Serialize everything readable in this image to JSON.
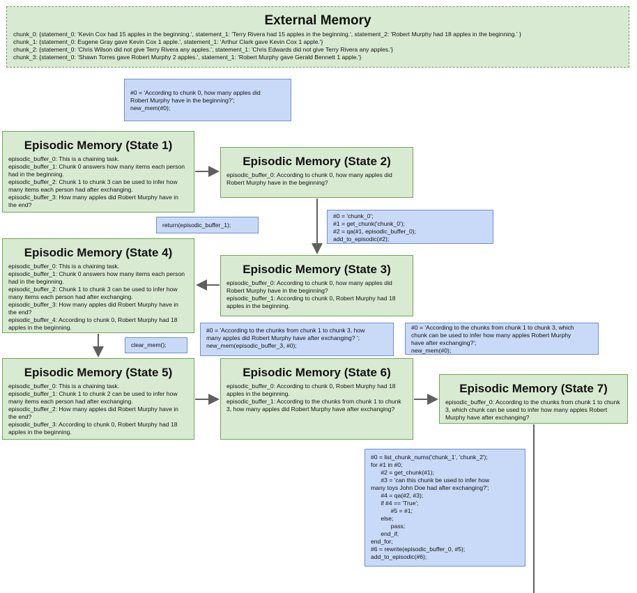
{
  "external_memory": {
    "title": "External Memory",
    "lines": [
      "chunk_0: {statement_0: 'Kevin Cox had 15 apples in the beginning.', statement_1: 'Terry Rivera had 15 apples in the beginning.', statement_2: 'Robert Murphy had 18 apples in the beginning.' }",
      "chunk_1: {statement_0: Eugene Gray gave Kevin Cox 1 apple.', statement_1: 'Arthur Clark gave Kevin Cox 1 apple.'}",
      "chunk_2: {statement_0: 'Chris Wilson did not give Terry Rivera any apples.', statement_1: 'Chris Edwards did not give Terry Rivera any apples.'}",
      "chunk_3: {statement_0: 'Shawn Torres gave Robert Murphy 2 apples.', statement_1: 'Robert Murphy gave Gerald Bennett 1 apple.'}"
    ]
  },
  "states": [
    {
      "title": "Episodic Memory (State 1)",
      "lines": [
        "episodic_buffer_0: This is a chaining task.",
        "episodic_buffer_1: Chunk 0 answers how many items each person had in the beginning.",
        "episodic_buffer_2: Chunk 1 to chunk 3 can be used to infer how many items each person had after exchanging.",
        "episodic_buffer_3: How many apples did Robert Murphy have in the end?"
      ]
    },
    {
      "title": "Episodic Memory (State 2)",
      "lines": [
        "episodic_buffer_0: According to chunk 0, how many apples did Robert Murphy have in the beginning?"
      ]
    },
    {
      "title": "Episodic Memory (State 3)",
      "lines": [
        "episodic_buffer_0: According to chunk 0, how many apples did Robert Murphy have in the beginning?",
        "episodic_buffer_1: According to chunk 0, Robert Murphy had 18 apples in the beginning."
      ]
    },
    {
      "title": "Episodic Memory (State 4)",
      "lines": [
        "episodic_buffer_0: This is a chaining task.",
        "episodic_buffer_1: Chunk 0 answers how many items each person had in the beginning.",
        "episodic_buffer_2: Chunk 1 to chunk 3 can be used to infer how many items each person had after exchanging.",
        "episodic_buffer_3: How many apples did Robert Murphy have in the end?",
        "episodic_buffer_4: According to chunk 0, Robert Murphy had 18 apples in the beginning."
      ]
    },
    {
      "title": "Episodic Memory (State 5)",
      "lines": [
        "episodic_buffer_0: This is a chaining task.",
        "episodic_buffer_1: Chunk 1 to chunk 2 can be used to infer how many items each person had after exchanging.",
        "episodic_buffer_2: How many apples did Robert Murphy have in the end?",
        "episodic_buffer_3: According to chunk 0, Robert Murphy had 18 apples in the beginning."
      ]
    },
    {
      "title": "Episodic Memory (State 6)",
      "lines": [
        "episodic_buffer_0: According to chunk 0, Robert Murphy had 18 apples in the beginning.",
        "episodic_buffer_1: According to the chunks from chunk 1 to chunk 3, how many apples did Robert Murphy have after exchanging?"
      ]
    },
    {
      "title": "Episodic Memory (State 7)",
      "lines": [
        "episodic_buffer_0: According to the chunks from chunk 1 to chunk 3, which chunk can be used to infer how many apples Robert Murphy have after exchanging?"
      ]
    }
  ],
  "code_blocks": [
    {
      "id": "new-mem-initial",
      "lines": [
        "#0 = 'According to chunk 0, how many apples did",
        "Robert Murphy have in the beginning?';",
        "new_mem(#0);"
      ]
    },
    {
      "id": "get-chunk-qa",
      "lines": [
        "#0 = 'chunk_0';",
        "#1 = get_chunk('chunk_0');",
        "#2 = qa(#1, episodic_buffer_0);",
        "add_to_episodic(#2);"
      ]
    },
    {
      "id": "return-buffer",
      "lines": [
        "return(episodic_buffer_1);"
      ]
    },
    {
      "id": "clear-mem",
      "lines": [
        "clear_mem();"
      ]
    },
    {
      "id": "new-mem-exchange",
      "lines": [
        "#0 = 'According to the chunks from chunk 1 to chunk 3, how",
        "many apples did Robert Murphy have after exchanging? ';",
        "new_mem(episodic_buffer_3, #0);"
      ]
    },
    {
      "id": "new-mem-which-chunk",
      "lines": [
        "#0 = 'According to the chunks from chunk 1 to chunk 3, which",
        "chunk can be used to infer how many apples Robert Murphy",
        "have after exchanging?';",
        "new_mem(#0);"
      ]
    },
    {
      "id": "list-chunk-loop",
      "lines": [
        "#0 = list_chunk_nums('chunk_1', 'chunk_2');",
        "for #1 in #0;",
        "      #2 = get_chunk(#1);",
        "      #3 = 'can this chunk be used to infer how",
        "many toys John Doe had after exchanging?';",
        "      #4 = qa(#2, #3);",
        "      if #4 == 'True';",
        "            #5 = #1;",
        "      else;",
        "            pass;",
        "      end_if;",
        "end_for;",
        "#6 = rewrite(episodic_buffer_0, #5);",
        "add_to_episodic(#6);"
      ]
    }
  ]
}
